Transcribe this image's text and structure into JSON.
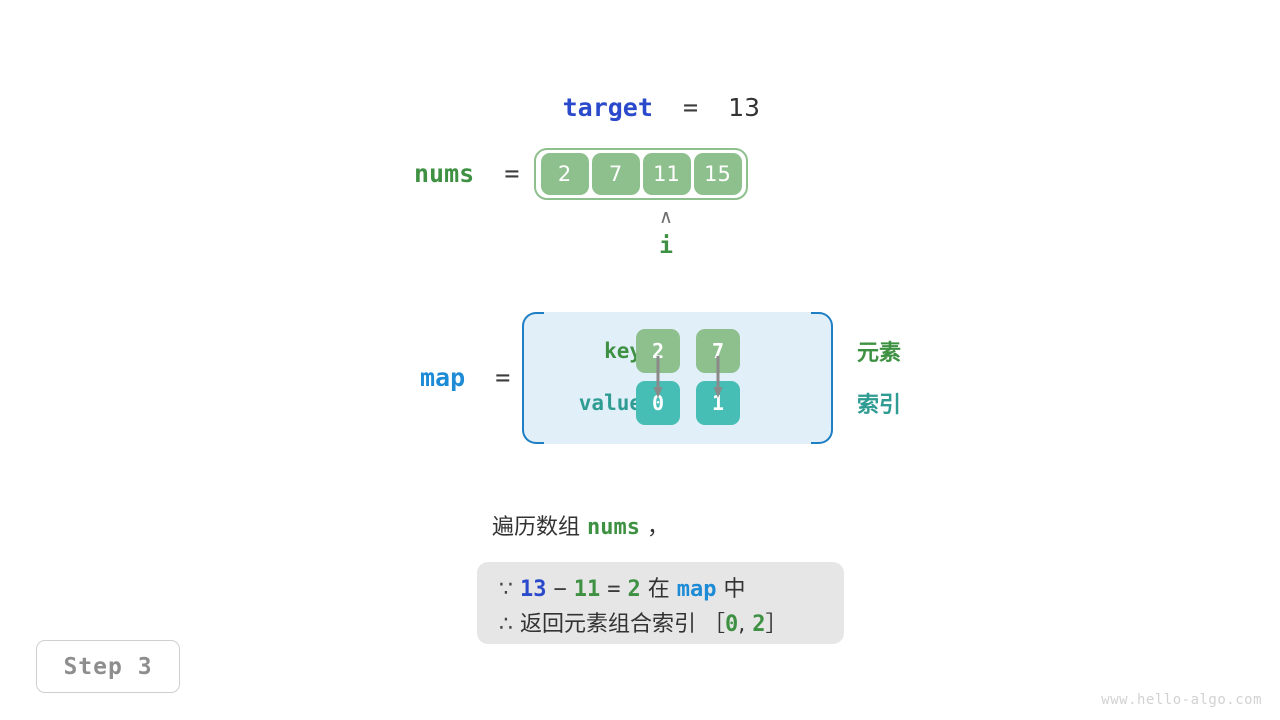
{
  "target": {
    "name": "target",
    "equals": "=",
    "value": "13"
  },
  "nums": {
    "name": "nums",
    "equals": "=",
    "cells": [
      "2",
      "7",
      "11",
      "15"
    ],
    "pointer": {
      "caret": "∧",
      "label": "i",
      "index": 2
    }
  },
  "map": {
    "name": "map",
    "equals": "=",
    "key_label": "key",
    "value_label": "value",
    "entries": [
      {
        "key": "2",
        "value": "0"
      },
      {
        "key": "7",
        "value": "1"
      }
    ],
    "annotations": {
      "element": "元素",
      "index": "索引"
    }
  },
  "description": {
    "prefix": "遍历数组 ",
    "code": "nums",
    "suffix": " ，"
  },
  "result": {
    "line1": {
      "symbol": "∵",
      "a": "13",
      "minus": "−",
      "b": "11",
      "eq": "=",
      "c": "2",
      "in_text": "在",
      "map": "map",
      "tail_text": "中"
    },
    "line2": {
      "symbol": "∴",
      "text": "返回元素组合索引 ［",
      "i1": "0",
      "comma": ", ",
      "i2": "2",
      "close": "］"
    }
  },
  "step_badge": "Step 3",
  "watermark": "www.hello-algo.com",
  "colors": {
    "green": "#3e9142",
    "green_fill": "#8ec08e",
    "teal": "#2f9c93",
    "teal_fill": "#46bdb5",
    "blue": "#2b4acb",
    "light_blue": "#1e8bd6",
    "map_bg": "#e1eff9",
    "result_bg": "#e6e6e6",
    "gray_text": "#8e8e8e",
    "watermark": "#d2d2d2"
  }
}
